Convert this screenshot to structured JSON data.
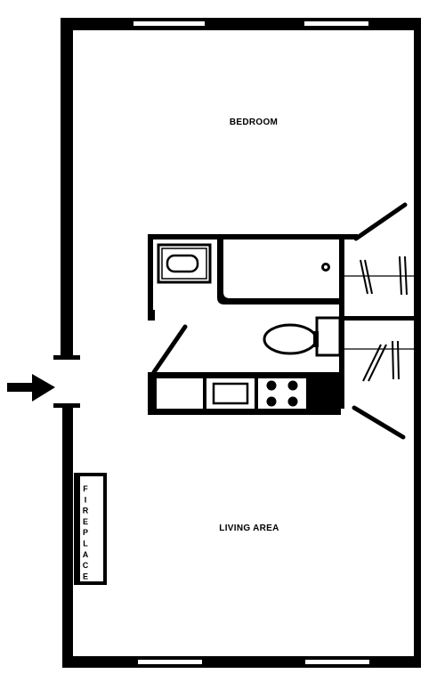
{
  "rooms": {
    "bedroom": "BEDROOM",
    "living": "LIVING AREA"
  },
  "fireplace": {
    "label": "FIREPLACE",
    "letters": [
      "F",
      "I",
      "R",
      "E",
      "P",
      "L",
      "A",
      "C",
      "E"
    ]
  },
  "colors": {
    "wall": "#000000",
    "background": "#ffffff"
  },
  "icons": {
    "entry": "arrow-right-icon"
  }
}
